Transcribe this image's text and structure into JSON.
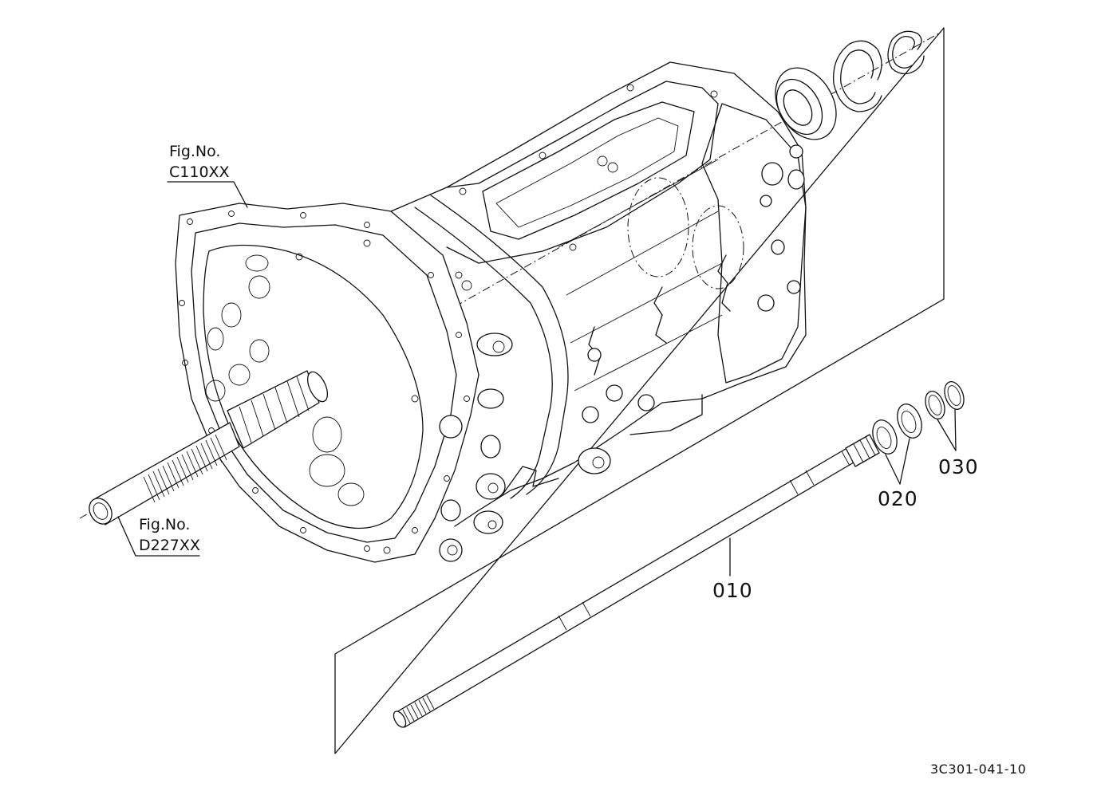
{
  "figure_refs": [
    {
      "line1": "Fig.No.",
      "line2": "C110XX"
    },
    {
      "line1": "Fig.No.",
      "line2": "D227XX"
    }
  ],
  "parts": [
    {
      "number": "010"
    },
    {
      "number": "020"
    },
    {
      "number": "030"
    }
  ],
  "drawing_code": "3C301-041-10"
}
